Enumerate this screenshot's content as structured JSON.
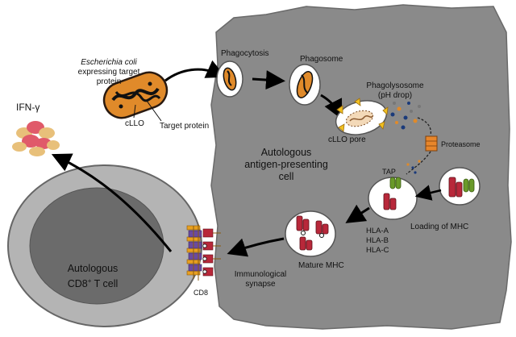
{
  "labels": {
    "ecoli_line1": "Escherichia coli",
    "ecoli_line2": "expressing target",
    "ecoli_line3": "protein",
    "cllo": "cLLO",
    "target_protein": "Target protein",
    "phagocytosis": "Phagocytosis",
    "phagosome": "Phagosome",
    "phagolysosome_line1": "Phagolysosome",
    "phagolysosome_line2": "(pH drop)",
    "cllo_pore": "cLLO pore",
    "proteasome": "Proteasome",
    "apc_line1": "Autologous",
    "apc_line2": "antigen-presenting",
    "apc_line3": "cell",
    "tap": "TAP",
    "hla_a": "HLA-A",
    "hla_b": "HLA-B",
    "hla_c": "HLA-C",
    "loading_mhc": "Loading of MHC",
    "mature_mhc": "Mature MHC",
    "immuno_line1": "Immunological",
    "immuno_line2": "synapse",
    "cd8": "CD8",
    "tcell_line1": "Autologous",
    "tcell_line2": "CD8",
    "tcell_sup": "+",
    "tcell_line2_rest": " T cell",
    "ifn": "IFN-γ"
  },
  "colors": {
    "cell_gray": "#8a8a8a",
    "nucleus_gray": "#6b6b6b",
    "ecoli_orange": "#e08a2a",
    "mhc_red": "#b8283a",
    "tap_green": "#6a9a2a",
    "proteasome_orange": "#e8862a",
    "cd8_purple": "#6a4aa0",
    "tcr_yellow": "#e8a020",
    "ifn_pink": "#e05a6a",
    "pore_yellow": "#f0c020"
  }
}
